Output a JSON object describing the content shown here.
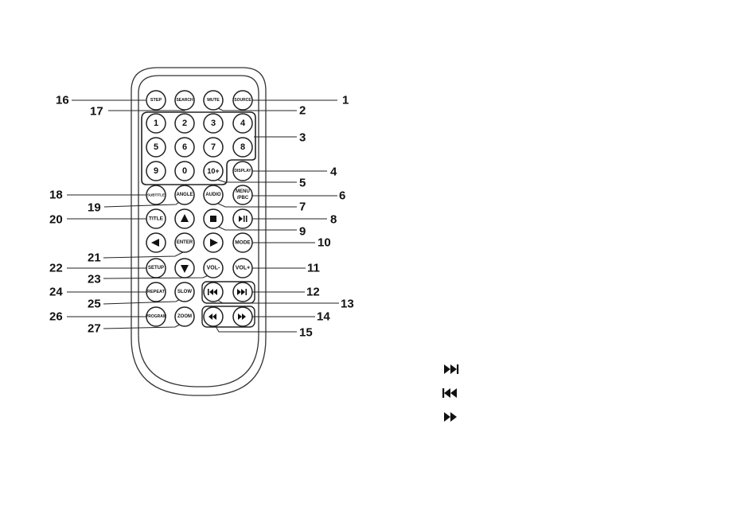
{
  "remote": {
    "buttons": {
      "step": "STEP",
      "search": "SEARCH",
      "mute": "MUTE",
      "source": "SOURCE",
      "num_1": "1",
      "num_2": "2",
      "num_3": "3",
      "num_4": "4",
      "num_5": "5",
      "num_6": "6",
      "num_7": "7",
      "num_8": "8",
      "num_9": "9",
      "num_0": "0",
      "num_10plus": "10+",
      "display": "DISPLAY",
      "subtitle": "SUBTITLE",
      "angle": "ANGLE",
      "audio": "AUDIO",
      "menu_line1": "MENU",
      "menu_line2": "/PBC",
      "title": "TITLE",
      "enter": "ENTER",
      "mode": "MODE",
      "setup": "SETUP",
      "vol_minus": "VOL-",
      "vol_plus": "VOL+",
      "repeat": "REPEAT",
      "slow": "SLOW",
      "program": "PROGRAM",
      "zoom": "ZOOM"
    },
    "icons": {
      "up": "up-arrow-icon",
      "down": "down-arrow-icon",
      "left": "left-arrow-icon",
      "right": "right-arrow-icon",
      "stop": "stop-icon",
      "play_pause": "play-pause-icon",
      "prev": "skip-previous-icon",
      "next": "skip-next-icon",
      "rewind": "rewind-icon",
      "fast_forward": "fast-forward-icon"
    }
  },
  "callouts": {
    "c1": "1",
    "c2": "2",
    "c3": "3",
    "c4": "4",
    "c5": "5",
    "c6": "6",
    "c7": "7",
    "c8": "8",
    "c9": "9",
    "c10": "10",
    "c11": "11",
    "c12": "12",
    "c13": "13",
    "c14": "14",
    "c15": "15",
    "c16": "16",
    "c17": "17",
    "c18": "18",
    "c19": "19",
    "c20": "20",
    "c21": "21",
    "c22": "22",
    "c23": "23",
    "c24": "24",
    "c25": "25",
    "c26": "26",
    "c27": "27"
  },
  "legend": {
    "icons": [
      "skip-next-icon",
      "skip-previous-icon",
      "fast-forward-icon"
    ]
  }
}
